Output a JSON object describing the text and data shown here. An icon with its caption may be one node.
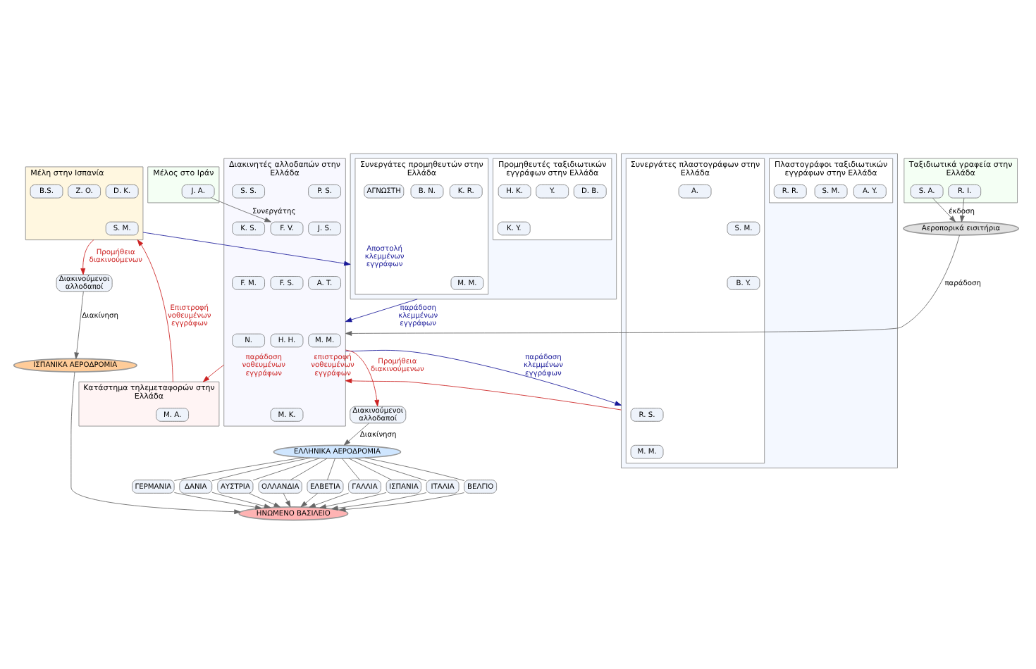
{
  "diagram": {
    "nodes": [
      {
        "text": [
          "Μέλη στην Ισπανία"
        ]
      },
      {
        "text": [
          "D. K."
        ],
        "in": 0
      },
      {
        "text": [
          "Z. O."
        ],
        "in": 0
      },
      {
        "text": [
          "S. M."
        ],
        "in": 0
      },
      {
        "text": [
          "B.S."
        ],
        "in": 0
      },
      {
        "text": [
          "Μέλος στο Ιράν"
        ]
      },
      {
        "text": [
          "J. A."
        ],
        "in": 5
      },
      {
        "text": [
          "Διακινητές αλλοδαπών στην Ελλάδα"
        ]
      },
      {
        "text": [
          "F. V."
        ],
        "in": 7
      },
      {
        "text": [
          "P. S."
        ],
        "in": 7
      },
      {
        "text": [
          "S. S."
        ],
        "in": 7
      },
      {
        "text": [
          "F. S."
        ],
        "in": 7
      },
      {
        "text": [
          "J. S."
        ],
        "in": 7
      },
      {
        "text": [
          "K. S."
        ],
        "in": 7
      },
      {
        "text": [
          "H. H."
        ],
        "in": 7
      },
      {
        "text": [
          "A. T."
        ],
        "in": 7
      },
      {
        "text": [
          "F. M."
        ],
        "in": 7
      },
      {
        "text": [
          "M. K."
        ],
        "in": 7
      },
      {
        "text": [
          "M. M."
        ],
        "in": 7
      },
      {
        "text": [
          "N."
        ],
        "in": 7
      },
      {
        "text": [],
        "shape": "box"
      },
      {
        "text": [
          "Προμηθευτές ταξιδιωτικών εγγράφων στην Ελλάδα"
        ],
        "in": 20
      },
      {
        "text": [
          "D. B."
        ],
        "in": 21
      },
      {
        "text": [
          "Y."
        ],
        "in": 21
      },
      {
        "text": [
          "H. K."
        ],
        "in": 21
      },
      {
        "text": [
          "K. Y."
        ],
        "in": 21
      },
      {
        "text": [
          "Συνεργάτες προμηθευτών στην Ελλάδα"
        ],
        "in": 20
      },
      {
        "text": [
          "M. M."
        ],
        "in": 26
      },
      {
        "text": [
          "K. R."
        ],
        "in": 26
      },
      {
        "text": [
          "B. N."
        ],
        "in": 26
      },
      {
        "text": [
          "ΑΓΝΩΣΤΗ"
        ],
        "in": 26
      },
      {
        "text": [],
        "shape": "box"
      },
      {
        "text": [
          "Πλαστογράφοι ταξιδιωτικών εγγράφων στην Ελλάδα"
        ],
        "in": 31
      },
      {
        "text": [
          "A. Y."
        ],
        "in": 32
      },
      {
        "text": [
          "S. M."
        ],
        "in": 32
      },
      {
        "text": [
          "R. R."
        ],
        "in": 32
      },
      {
        "text": [
          "Συνεργάτες πλαστογράφων στην Ελλάδα"
        ],
        "in": 31
      },
      {
        "text": [
          "S. M."
        ],
        "in": 36
      },
      {
        "text": [
          "R. S."
        ],
        "in": 36
      },
      {
        "text": [
          "A."
        ],
        "in": 36
      },
      {
        "text": [
          "B. Y."
        ],
        "in": 36
      },
      {
        "text": [
          "M. M."
        ],
        "in": 36
      },
      {
        "text": [
          "Κατάστημα τηλεμεταφορών στην Ελλάδα"
        ]
      },
      {
        "text": [
          "M. A."
        ],
        "in": 42
      },
      {
        "text": [
          "Διακινούμενοι αλλοδαποί"
        ]
      },
      {
        "text": [
          "Διακινούμενοι αλλοδαποί"
        ]
      },
      {
        "text": [
          "Ταξιδιωτικά γραφεία στην Ελλάδα"
        ]
      },
      {
        "text": [
          "S. A."
        ],
        "in": 46
      },
      {
        "text": [
          "R. I."
        ],
        "in": 46
      },
      {
        "text": [
          "Αεροπορικά εισιτήρια"
        ]
      },
      {
        "text": [
          "ΕΛΛΗΝΙΚΑ ΑΕΡΟΔΡΟΜΙΑ"
        ]
      },
      {
        "text": [
          "ΙΣΠΑΝΙΚΑ ΑΕΡΟΔΡΟΜΙΑ"
        ]
      },
      {
        "text": [
          "ΗΝΩΜΕΝΟ ΒΑΣΙΛΕΙΟ"
        ]
      },
      {
        "text": [
          "ΕΛΒΕΤΙΑ"
        ]
      },
      {
        "text": [
          "ΓΑΛΛΙΑ"
        ]
      },
      {
        "text": [
          "ΙΣΠΑΝΙΑ"
        ]
      },
      {
        "text": [
          "ΙΤΑΛΙΑ"
        ]
      },
      {
        "text": [
          "ΒΕΛΓΙΟ"
        ]
      },
      {
        "text": [
          "ΓΕΡΜΑΝΙΑ"
        ]
      },
      {
        "text": [
          "ΔΑΝΙΑ"
        ]
      },
      {
        "text": [
          "ΑΥΣΤΡΙΑ"
        ]
      },
      {
        "text": [
          "ΟΛΛΑΝΔΙΑ"
        ]
      }
    ],
    "edges": [
      {
        "from": 0,
        "to": 20,
        "arrow": "to",
        "label": "Αποστολή κλεμμένων εγγράφων",
        "color": "#1a1a99"
      },
      {
        "from": 6,
        "to": 8,
        "arrow": "to",
        "label": "Συνεργάτης"
      },
      {
        "from": 20,
        "to": 7,
        "arrow": "to",
        "label": "παράδοση κλεμμένων εγγράφων",
        "color": "#1a1a99"
      },
      {
        "from": 7,
        "to": 31,
        "arrow": "to",
        "label": "παράδοση κλεμμένων εγγράφων",
        "color": "#1a1a99"
      },
      {
        "from": 31,
        "to": 7,
        "arrow": "to",
        "label": "επιστροφή νοθευμένων εγγράφων",
        "color": "#cc2222"
      },
      {
        "from": 7,
        "to": 42,
        "arrow": "to",
        "label": "παράδοση νοθευμένων εγγράφων",
        "color": "#cc2222"
      },
      {
        "from": 7,
        "to": 45,
        "arrow": "to",
        "label": "Προμήθεια διακινούμενων",
        "color": "#cc2222"
      },
      {
        "from": 42,
        "to": 0,
        "arrow": "to",
        "label": "Επιστροφή νοθευμένων εγγράφων",
        "color": "#cc2222"
      },
      {
        "from": 0,
        "to": 44,
        "arrow": "to",
        "label": "Προμήθεια διακινούμενων",
        "color": "#cc2222"
      },
      {
        "from": 45,
        "to": 50,
        "arrow": "to",
        "label": "Διακίνηση"
      },
      {
        "from": 44,
        "to": 51,
        "arrow": "to",
        "label": "Διακίνηση"
      },
      {
        "from": 51,
        "to": 52,
        "arrow": "to"
      },
      {
        "from": 47,
        "to": 49,
        "arrow": "to",
        "label": "έκδοση"
      },
      {
        "from": 48,
        "to": 49,
        "arrow": "to"
      },
      {
        "from": 49,
        "to": 7,
        "arrow": "to",
        "label": "παράδοση"
      },
      {
        "from": 50,
        "to": 53,
        "arrow": "none"
      },
      {
        "from": 50,
        "to": 54,
        "arrow": "none"
      },
      {
        "from": 50,
        "to": 55,
        "arrow": "none"
      },
      {
        "from": 50,
        "to": 56,
        "arrow": "none"
      },
      {
        "from": 50,
        "to": 57,
        "arrow": "none"
      },
      {
        "from": 50,
        "to": 58,
        "arrow": "none"
      },
      {
        "from": 50,
        "to": 59,
        "arrow": "none"
      },
      {
        "from": 50,
        "to": 60,
        "arrow": "none"
      },
      {
        "from": 50,
        "to": 61,
        "arrow": "none"
      },
      {
        "from": 53,
        "to": 52,
        "arrow": "to"
      },
      {
        "from": 54,
        "to": 52,
        "arrow": "to"
      },
      {
        "from": 55,
        "to": 52,
        "arrow": "to"
      },
      {
        "from": 56,
        "to": 52,
        "arrow": "to"
      },
      {
        "from": 57,
        "to": 52,
        "arrow": "to"
      },
      {
        "from": 58,
        "to": 52,
        "arrow": "to"
      },
      {
        "from": 59,
        "to": 52,
        "arrow": "to"
      },
      {
        "from": 60,
        "to": 52,
        "arrow": "to"
      },
      {
        "from": 61,
        "to": 52,
        "arrow": "to"
      }
    ]
  }
}
